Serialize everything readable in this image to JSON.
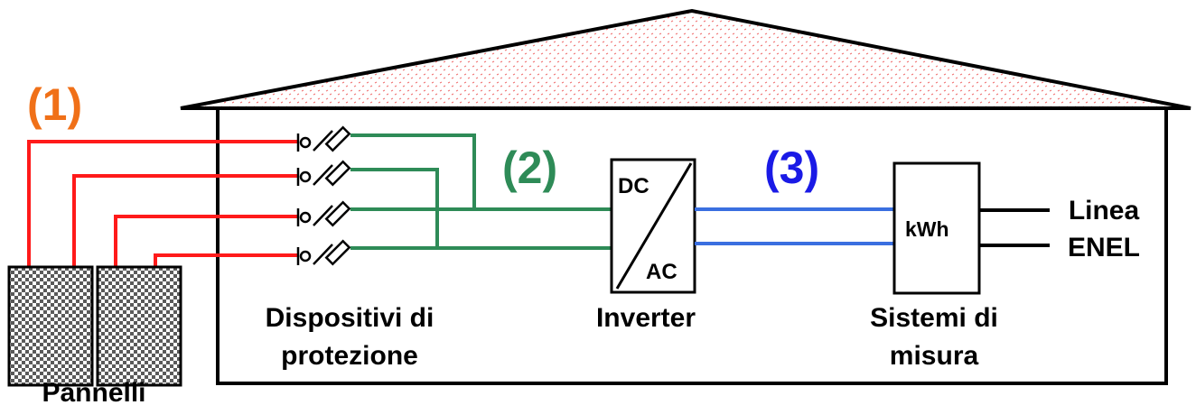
{
  "circuit_labels": {
    "dc_string_label": "(1)",
    "dc_bus_label": "(2)",
    "ac_line_label": "(3)"
  },
  "components": {
    "panels": "Pannelli",
    "protection_line1": "Dispositivi di",
    "protection_line2": "protezione",
    "inverter": "Inverter",
    "inverter_dc": "DC",
    "inverter_ac": "AC",
    "meter_line1": "Sistemi di",
    "meter_line2": "misura",
    "meter_unit": "kWh",
    "grid_line1": "Linea",
    "grid_line2": "ENEL"
  },
  "colors": {
    "dc_string": "#ff1a1a",
    "dc_bus": "#2e8b57",
    "ac_line": "#3a6fe0",
    "label_1": "#f07018",
    "label_2": "#2e8b57",
    "label_3": "#1a1ae6",
    "roof_pattern": "#f07070"
  }
}
